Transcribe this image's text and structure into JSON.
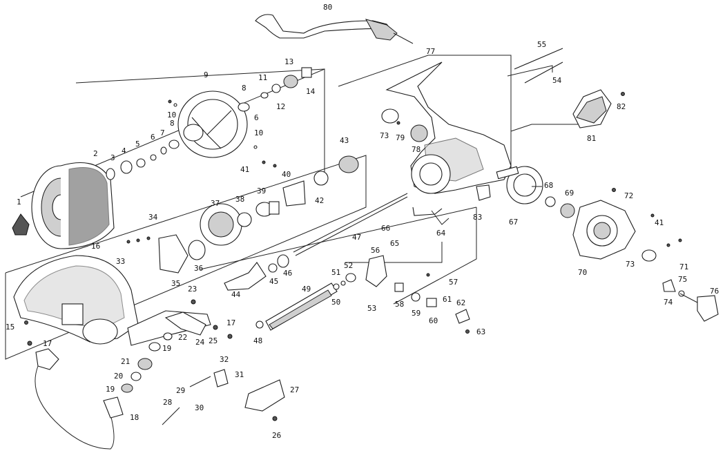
{
  "diagram": {
    "parts": [
      "1",
      "2",
      "3",
      "4",
      "5",
      "6",
      "7",
      "8",
      "9",
      "10",
      "11",
      "12",
      "13",
      "14",
      "15",
      "16",
      "17",
      "18",
      "19",
      "20",
      "21",
      "22",
      "23",
      "24",
      "25",
      "26",
      "27",
      "28",
      "29",
      "30",
      "31",
      "32",
      "33",
      "34",
      "35",
      "36",
      "37",
      "38",
      "39",
      "40",
      "41",
      "42",
      "43",
      "44",
      "45",
      "46",
      "47",
      "48",
      "49",
      "50",
      "51",
      "52",
      "53",
      "54",
      "55",
      "56",
      "57",
      "58",
      "59",
      "60",
      "61",
      "62",
      "63",
      "64",
      "65",
      "66",
      "67",
      "68",
      "69",
      "70",
      "71",
      "72",
      "73",
      "74",
      "75",
      "76",
      "77",
      "78",
      "79",
      "80",
      "81",
      "82",
      "83"
    ],
    "repeated": [
      "6",
      "8",
      "10",
      "17",
      "19",
      "41",
      "73"
    ]
  },
  "colors": {
    "ink": "#1a1a1a",
    "paper": "#ffffff",
    "shade": "#cfcfcf"
  }
}
